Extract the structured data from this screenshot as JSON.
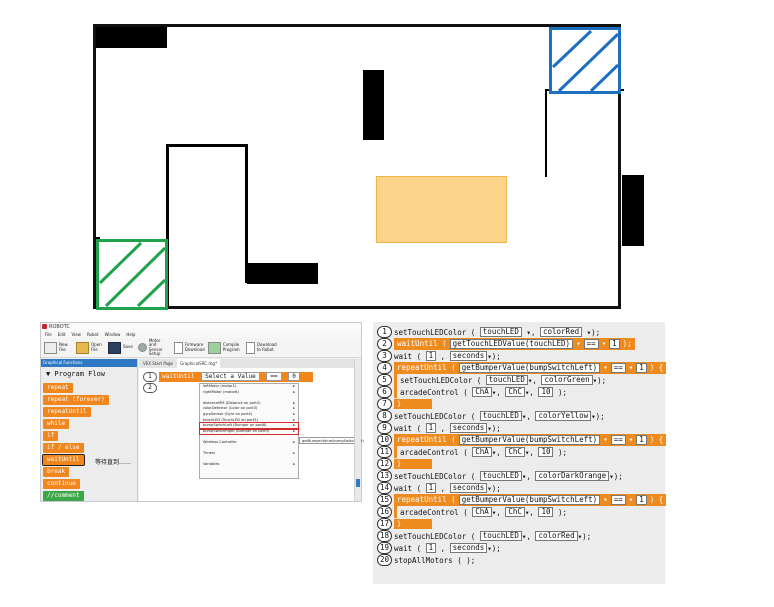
{
  "field": {
    "start_zone_color": "#1fa24a",
    "goal_zone_color": "#1d6fbf",
    "center_zone_color": "#fcd58a"
  },
  "robotc": {
    "title": "ROBOTC",
    "menu": [
      "File",
      "Edit",
      "View",
      "Robot",
      "Window",
      "Help"
    ],
    "toolbar": [
      {
        "label": "New File",
        "icon": "new-file-icon"
      },
      {
        "label": "Open File",
        "icon": "folder-icon"
      },
      {
        "label": "Save",
        "icon": "disk-icon"
      },
      {
        "label": "Motor and Sensor Setup",
        "icon": "gear-icon"
      },
      {
        "label": "Firmware Download",
        "icon": "firmware-icon"
      },
      {
        "label": "Compile Program",
        "icon": "compile-icon"
      },
      {
        "label": "Download to Robot",
        "icon": "download-icon"
      }
    ],
    "left_header": "Graphical Functions",
    "tabs": [
      "VEX Start Page",
      "GraphicalSRC.rbg*"
    ],
    "program_flow_title": "▼ Program Flow",
    "program_flow": [
      "repeat",
      "repeat (forever)",
      "repeatUntil",
      "while",
      "if",
      "if / else",
      "waitUntil",
      "break",
      "continue",
      "//comment"
    ],
    "note": "等待直到……",
    "editor": {
      "lines": [
        "1",
        "2"
      ],
      "waituntil_label": "waitUntil",
      "select_value": "Select a Value",
      "op": "==",
      "value": "0",
      "end": ");"
    },
    "dropdown": [
      "leftMotor (motor1)",
      "rightMotor (motor6)",
      "",
      "distanceMM (Distance on port2)",
      "colorDetector (Color on port3)",
      "gyroSensor (Gyro on port4)",
      "touchLED (TouchLED on port5)",
      "bumpSwitchLeft (Bumper on port8)",
      "bumpSwitchRight (Bumper on port9)",
      "",
      "Wireless Controller",
      "",
      "Timers",
      "",
      "Variables"
    ],
    "submenu": "getBumperValue(bumpSwitchLeft)"
  },
  "code": {
    "l1": {
      "n": "1",
      "fn": "setTouchLEDColor (",
      "a": "touchLED",
      "b": "colorRed",
      "end": ");"
    },
    "l2": {
      "n": "2",
      "kw": "waitUntil (",
      "fn": "getTouchLEDValue(touchLED)",
      "op": "==",
      "v": "1",
      "end": ");"
    },
    "l3": {
      "n": "3",
      "fn": "wait (",
      "v": "1",
      "u": "seconds",
      "end": ");"
    },
    "l4": {
      "n": "4",
      "kw": "repeatUntil (",
      "fn": "getBumperValue(bumpSwitchLeft)",
      "op": "==",
      "v": "1",
      "end": ") {"
    },
    "l5": {
      "n": "5",
      "fn": "setTouchLEDColor (",
      "a": "touchLED",
      "b": "colorGreen",
      "end": ");"
    },
    "l6": {
      "n": "6",
      "fn": "arcadeControl (",
      "a": "ChA",
      "b": "ChC",
      "v": "10",
      "end": ");"
    },
    "l7": {
      "n": "7",
      "end": "}"
    },
    "l8": {
      "n": "8",
      "fn": "setTouchLEDColor (",
      "a": "touchLED",
      "b": "colorYellow",
      "end": ");"
    },
    "l9": {
      "n": "9",
      "fn": "wait (",
      "v": "1",
      "u": "seconds",
      "end": ");"
    },
    "l10": {
      "n": "10",
      "kw": "repeatUntil (",
      "fn": "getBumperValue(bumpSwitchLeft)",
      "op": "==",
      "v": "1",
      "end": ") {"
    },
    "l11": {
      "n": "11",
      "fn": "arcadeControl (",
      "a": "ChA",
      "b": "ChC",
      "v": "10",
      "end": ");"
    },
    "l12": {
      "n": "12",
      "end": "}"
    },
    "l13": {
      "n": "13",
      "fn": "setTouchLEDColor (",
      "a": "touchLED",
      "b": "colorDarkOrange",
      "end": ");"
    },
    "l14": {
      "n": "14",
      "fn": "wait (",
      "v": "1",
      "u": "seconds",
      "end": ");"
    },
    "l15": {
      "n": "15",
      "kw": "repeatUntil (",
      "fn": "getBumperValue(bumpSwitchLeft)",
      "op": "==",
      "v": "1",
      "end": ") {"
    },
    "l16": {
      "n": "16",
      "fn": "arcadeControl (",
      "a": "ChA",
      "b": "ChC",
      "v": "10",
      "end": ");"
    },
    "l17": {
      "n": "17",
      "end": "}"
    },
    "l18": {
      "n": "18",
      "fn": "setTouchLEDColor (",
      "a": "touchLED",
      "b": "colorRed",
      "end": ");"
    },
    "l19": {
      "n": "19",
      "fn": "wait (",
      "v": "1",
      "u": "seconds",
      "end": ");"
    },
    "l20": {
      "n": "20",
      "fn": "stopAllMotors ( );"
    }
  }
}
